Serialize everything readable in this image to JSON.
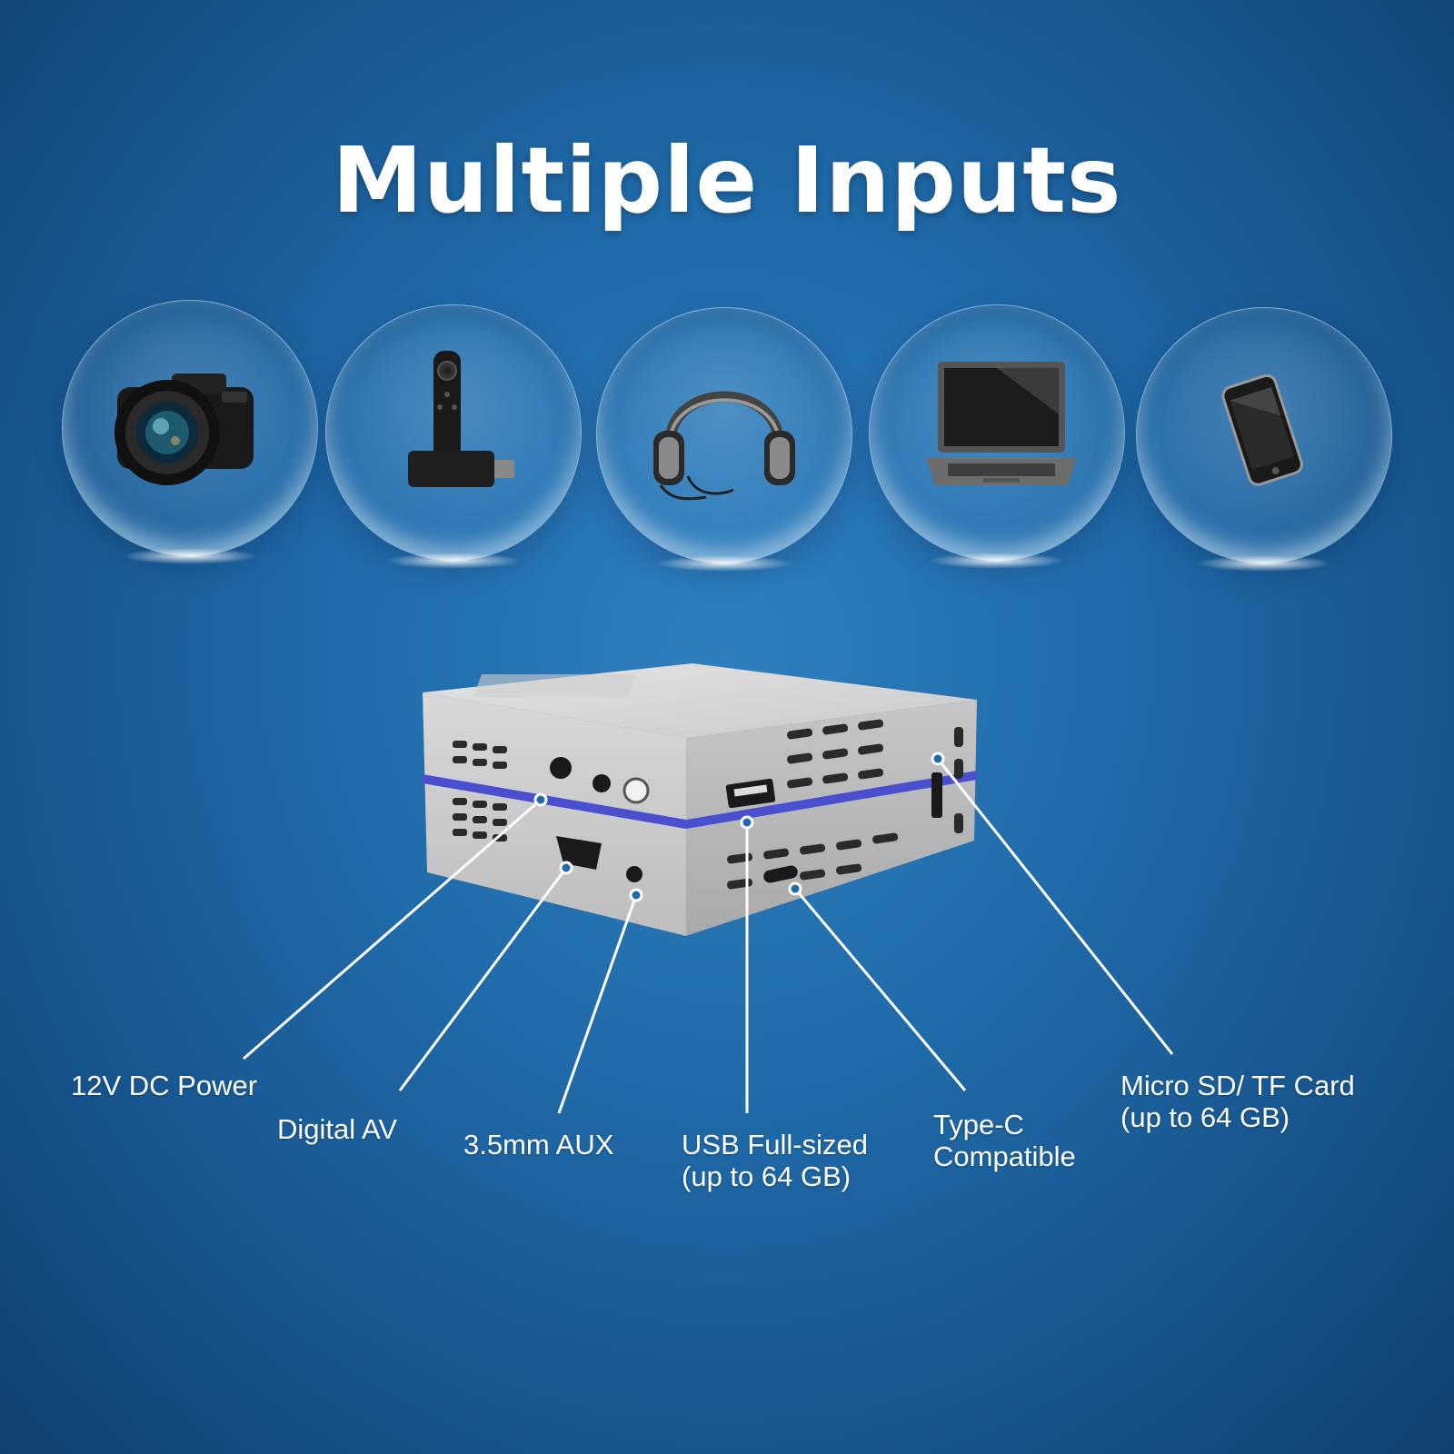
{
  "header": {
    "title": "Multiple Inputs"
  },
  "devices": [
    {
      "name": "camera-icon"
    },
    {
      "name": "streaming-stick-icon"
    },
    {
      "name": "headphones-icon"
    },
    {
      "name": "laptop-icon"
    },
    {
      "name": "smartphone-icon"
    }
  ],
  "ports": {
    "power": {
      "line1": "12V DC Power"
    },
    "digital_av": {
      "line1": "Digital AV"
    },
    "aux": {
      "line1": "3.5mm AUX"
    },
    "usb": {
      "line1": "USB Full-sized",
      "line2": "(up to 64 GB)"
    },
    "type_c": {
      "line1": "Type-C",
      "line2": "Compatible"
    },
    "micro_sd": {
      "line1": "Micro SD/ TF Card",
      "line2": "(up to 64 GB)"
    }
  },
  "colors": {
    "background": "#1f6aa8",
    "accent_stripe": "#4a4fd0",
    "text": "#ffffff"
  }
}
